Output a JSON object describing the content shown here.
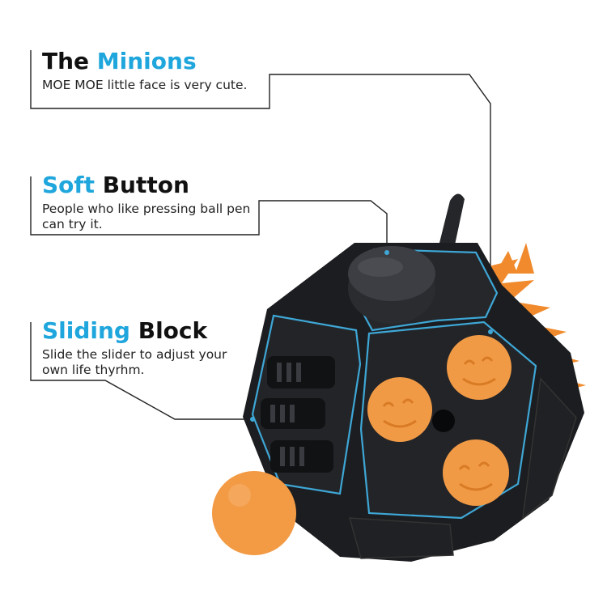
{
  "callouts": [
    {
      "heading_dark": "The",
      "heading_accent": "Minions",
      "description": "MOE MOE little face is very cute."
    },
    {
      "heading_accent": "Soft",
      "heading_dark": "Button",
      "description": "People who like pressing ball pen can try it."
    },
    {
      "heading_accent": "Sliding",
      "heading_dark": "Block",
      "description": "Slide the slider to adjust your own life thyrhm."
    }
  ],
  "colors": {
    "accent": "#1fa6dc",
    "cube_body": "#1c1d20",
    "cube_outline": "#3ea7d6",
    "ball": "#f19a46",
    "leader_line": "#222222"
  },
  "icons": [
    "fidget-cube",
    "orange-ball",
    "soft-button",
    "slider-block",
    "rubber-spikes"
  ]
}
